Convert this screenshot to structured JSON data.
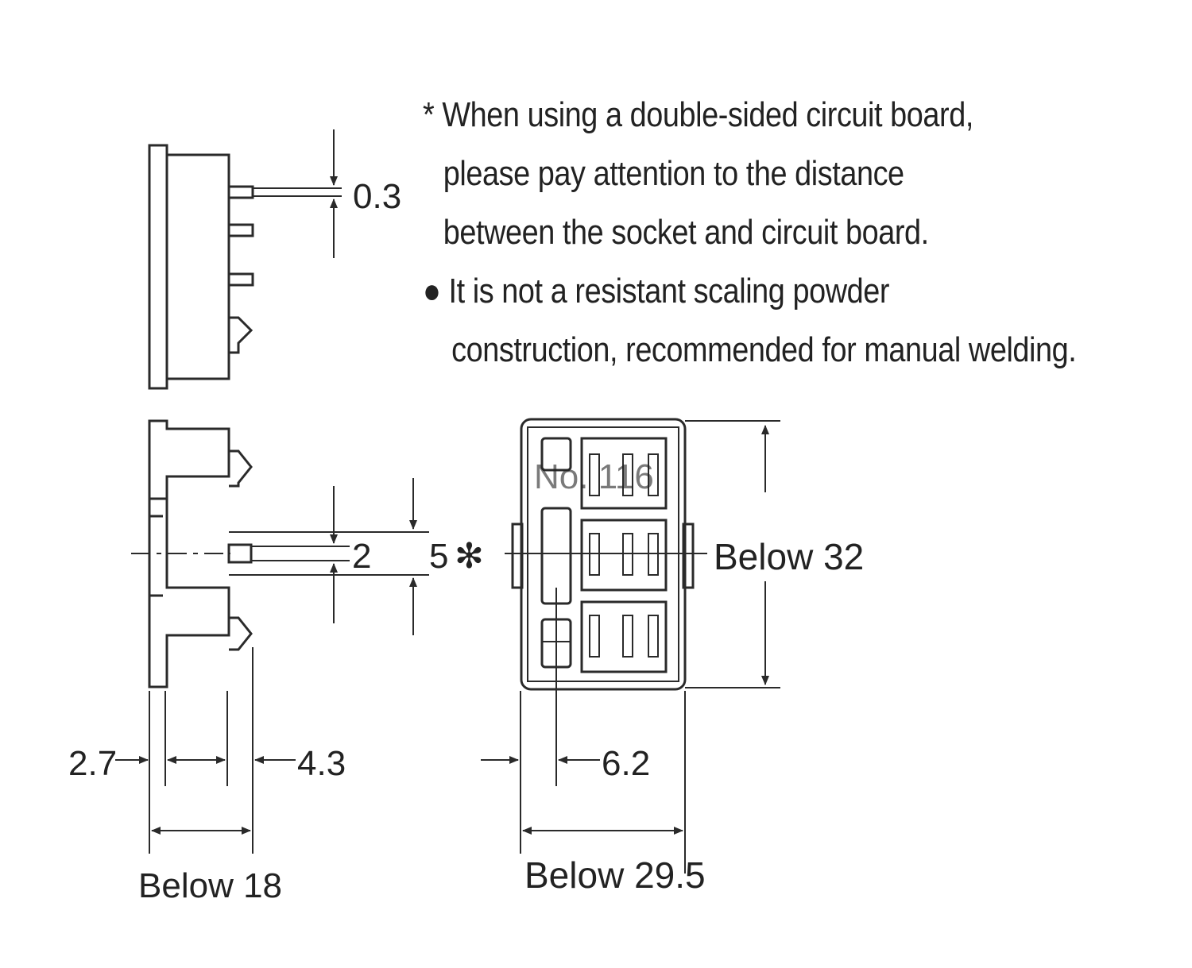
{
  "notes": {
    "line1": "* When using a double-sided circuit board,",
    "line2": "please pay attention to the distance",
    "line3": "between the socket and circuit board.",
    "line4": "● It is not a resistant scaling powder",
    "line5": "construction, recommended for manual welding."
  },
  "dimensions": {
    "gap": "0.3",
    "pin_width": "2",
    "pin_span": "5",
    "pin_span_mark": "✻",
    "height": "Below 32",
    "left_offset": "2.7",
    "pin_offset": "4.3",
    "depth": "Below 18",
    "pin_pitch": "6.2",
    "width": "Below 29.5"
  },
  "watermark": "No. 116",
  "colors": {
    "line": "#2a2a2a",
    "text": "#222222"
  }
}
